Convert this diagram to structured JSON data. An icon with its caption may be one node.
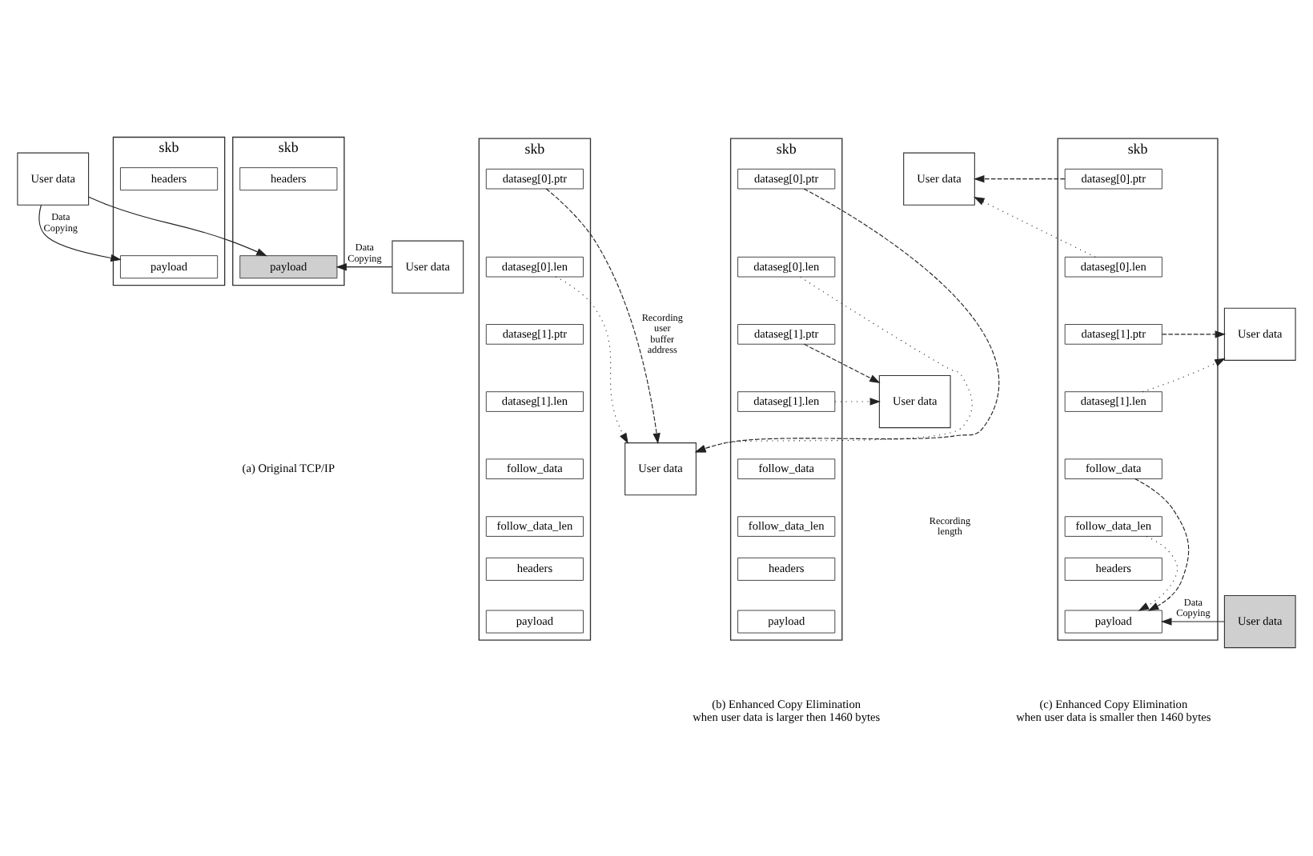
{
  "diagram": {
    "nodes": [
      {
        "text": [
          "User data"
        ]
      },
      {
        "text": [
          "skb"
        ]
      },
      {
        "text": [
          "headers"
        ],
        "in": 1
      },
      {
        "text": [
          "payload"
        ],
        "in": 1
      },
      {
        "text": [
          "skb"
        ]
      },
      {
        "text": [
          "headers"
        ],
        "in": 4
      },
      {
        "text": [
          "payload"
        ],
        "in": 4
      },
      {
        "text": [
          "User data"
        ]
      },
      {
        "text": [
          "User data"
        ]
      },
      {
        "text": [
          "skb"
        ]
      },
      {
        "text": [
          "dataseg[0].ptr"
        ],
        "in": 9
      },
      {
        "text": [
          "dataseg[0].len"
        ],
        "in": 9
      },
      {
        "text": [
          "dataseg[1].ptr"
        ],
        "in": 9
      },
      {
        "text": [
          "dataseg[1].len"
        ],
        "in": 9
      },
      {
        "text": [
          "follow_data"
        ],
        "in": 9
      },
      {
        "text": [
          "follow_data_len"
        ],
        "in": 9
      },
      {
        "text": [
          "headers"
        ],
        "in": 9
      },
      {
        "text": [
          "payload"
        ],
        "in": 9
      },
      {
        "text": [
          "User data"
        ]
      },
      {
        "text": [
          "skb"
        ]
      },
      {
        "text": [
          "dataseg[0].ptr"
        ],
        "in": 19
      },
      {
        "text": [
          "dataseg[0].len"
        ],
        "in": 19
      },
      {
        "text": [
          "dataseg[1].ptr"
        ],
        "in": 19
      },
      {
        "text": [
          "dataseg[1].len"
        ],
        "in": 19
      },
      {
        "text": [
          "follow_data"
        ],
        "in": 19
      },
      {
        "text": [
          "follow_data_len"
        ],
        "in": 19
      },
      {
        "text": [
          "headers"
        ],
        "in": 19
      },
      {
        "text": [
          "payload"
        ],
        "in": 19
      },
      {
        "text": [
          "User data"
        ]
      },
      {
        "text": [
          "User data"
        ]
      },
      {
        "text": [
          "skb"
        ]
      },
      {
        "text": [
          "dataseg[0].ptr"
        ],
        "in": 30
      },
      {
        "text": [
          "dataseg[0].len"
        ],
        "in": 30
      },
      {
        "text": [
          "dataseg[1].ptr"
        ],
        "in": 30
      },
      {
        "text": [
          "dataseg[1].len"
        ],
        "in": 30
      },
      {
        "text": [
          "follow_data"
        ],
        "in": 30
      },
      {
        "text": [
          "follow_data_len"
        ],
        "in": 30
      },
      {
        "text": [
          "headers"
        ],
        "in": 30
      },
      {
        "text": [
          "payload"
        ],
        "in": 30
      },
      {
        "text": [
          "User data"
        ]
      }
    ],
    "edges": [
      {
        "from": 0,
        "to": 3,
        "arrow": "to",
        "label": "Data Copying"
      },
      {
        "from": 0,
        "to": 6,
        "arrow": "to"
      },
      {
        "from": 7,
        "to": 6,
        "arrow": "to",
        "label": "Data Copying"
      },
      {
        "from": 10,
        "to": 8,
        "arrow": "to",
        "style": "dashed",
        "label": "Recording user buffer address"
      },
      {
        "from": 11,
        "to": 8,
        "arrow": "to",
        "style": "dashed"
      },
      {
        "from": 20,
        "to": 8,
        "arrow": "to",
        "style": "dashed"
      },
      {
        "from": 21,
        "to": 8,
        "arrow": "to",
        "style": "dashed"
      },
      {
        "from": 22,
        "to": 18,
        "arrow": "to",
        "style": "dashed"
      },
      {
        "from": 23,
        "to": 18,
        "arrow": "to",
        "style": "dashed"
      },
      {
        "from": 31,
        "to": 28,
        "arrow": "to",
        "style": "dashed"
      },
      {
        "from": 32,
        "to": 28,
        "arrow": "to",
        "style": "dashed"
      },
      {
        "from": 33,
        "to": 29,
        "arrow": "to",
        "style": "dashed"
      },
      {
        "from": 34,
        "to": 29,
        "arrow": "to",
        "style": "dashed"
      },
      {
        "from": 35,
        "to": 38,
        "arrow": "to",
        "style": "dashed"
      },
      {
        "from": 36,
        "to": 38,
        "arrow": "to",
        "style": "dashed"
      },
      {
        "from": 39,
        "to": 38,
        "arrow": "to",
        "label": "Data Copying"
      }
    ],
    "labels": [
      "Recording length",
      "(a) Original TCP/IP",
      "(b) Enhanced Copy Elimination when user data is larger then 1460 bytes",
      "(c) Enhanced Copy Elimination when user data is smaller then 1460 bytes"
    ]
  }
}
